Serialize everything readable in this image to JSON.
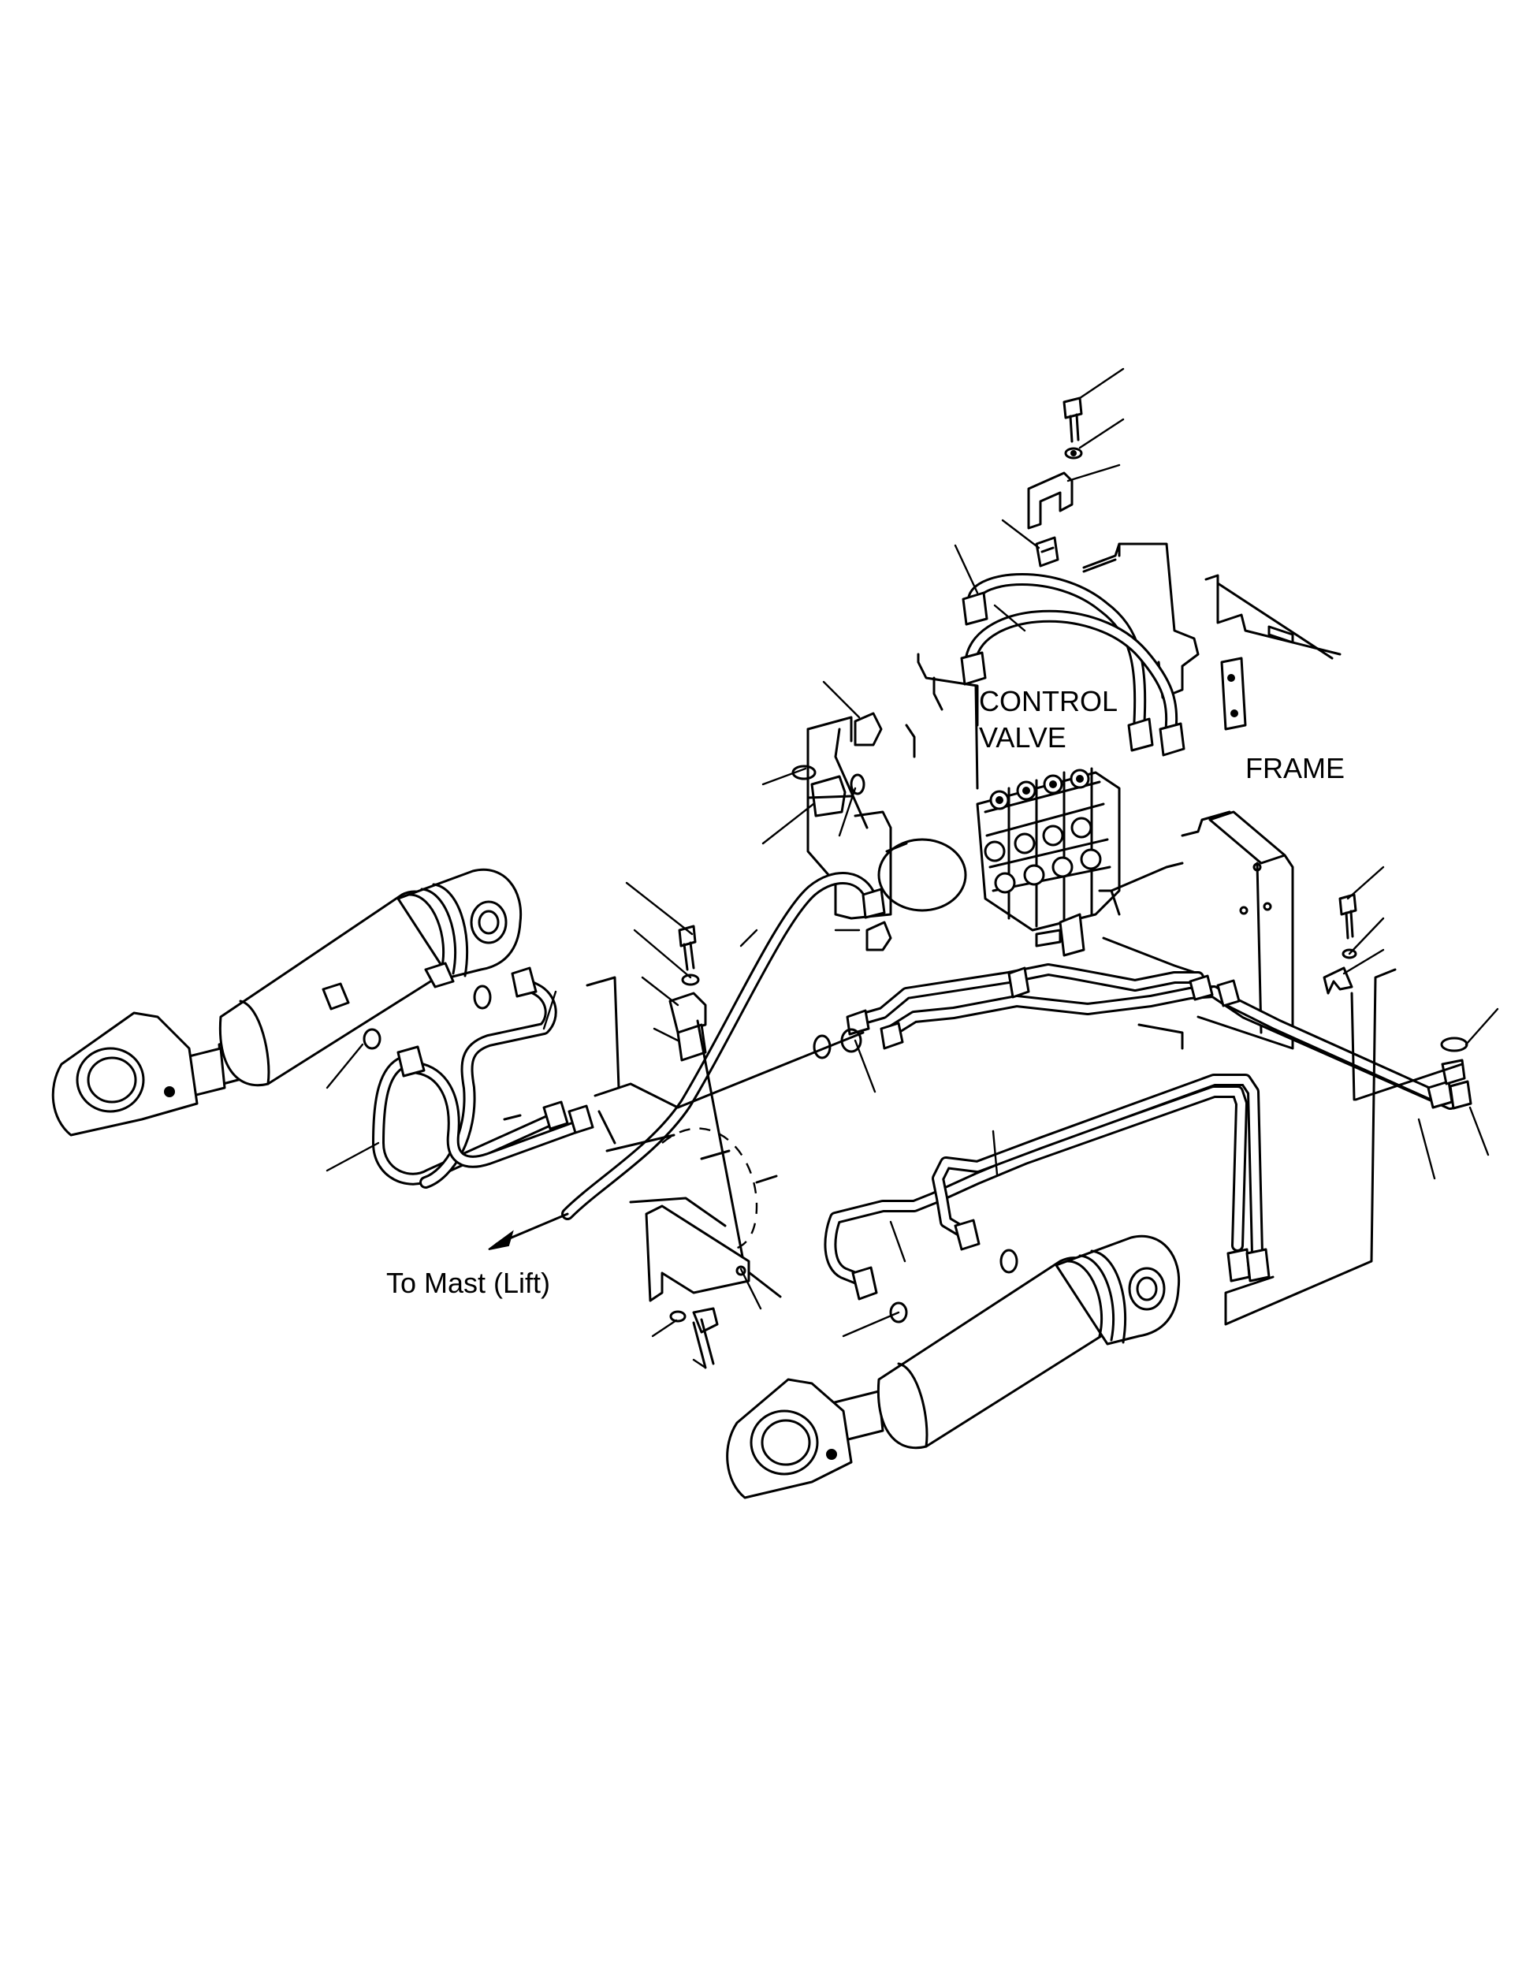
{
  "labels": {
    "control_valve_line1": "CONTROL",
    "control_valve_line2": "VALVE",
    "frame": "FRAME",
    "to_mast": "To Mast (Lift)"
  }
}
